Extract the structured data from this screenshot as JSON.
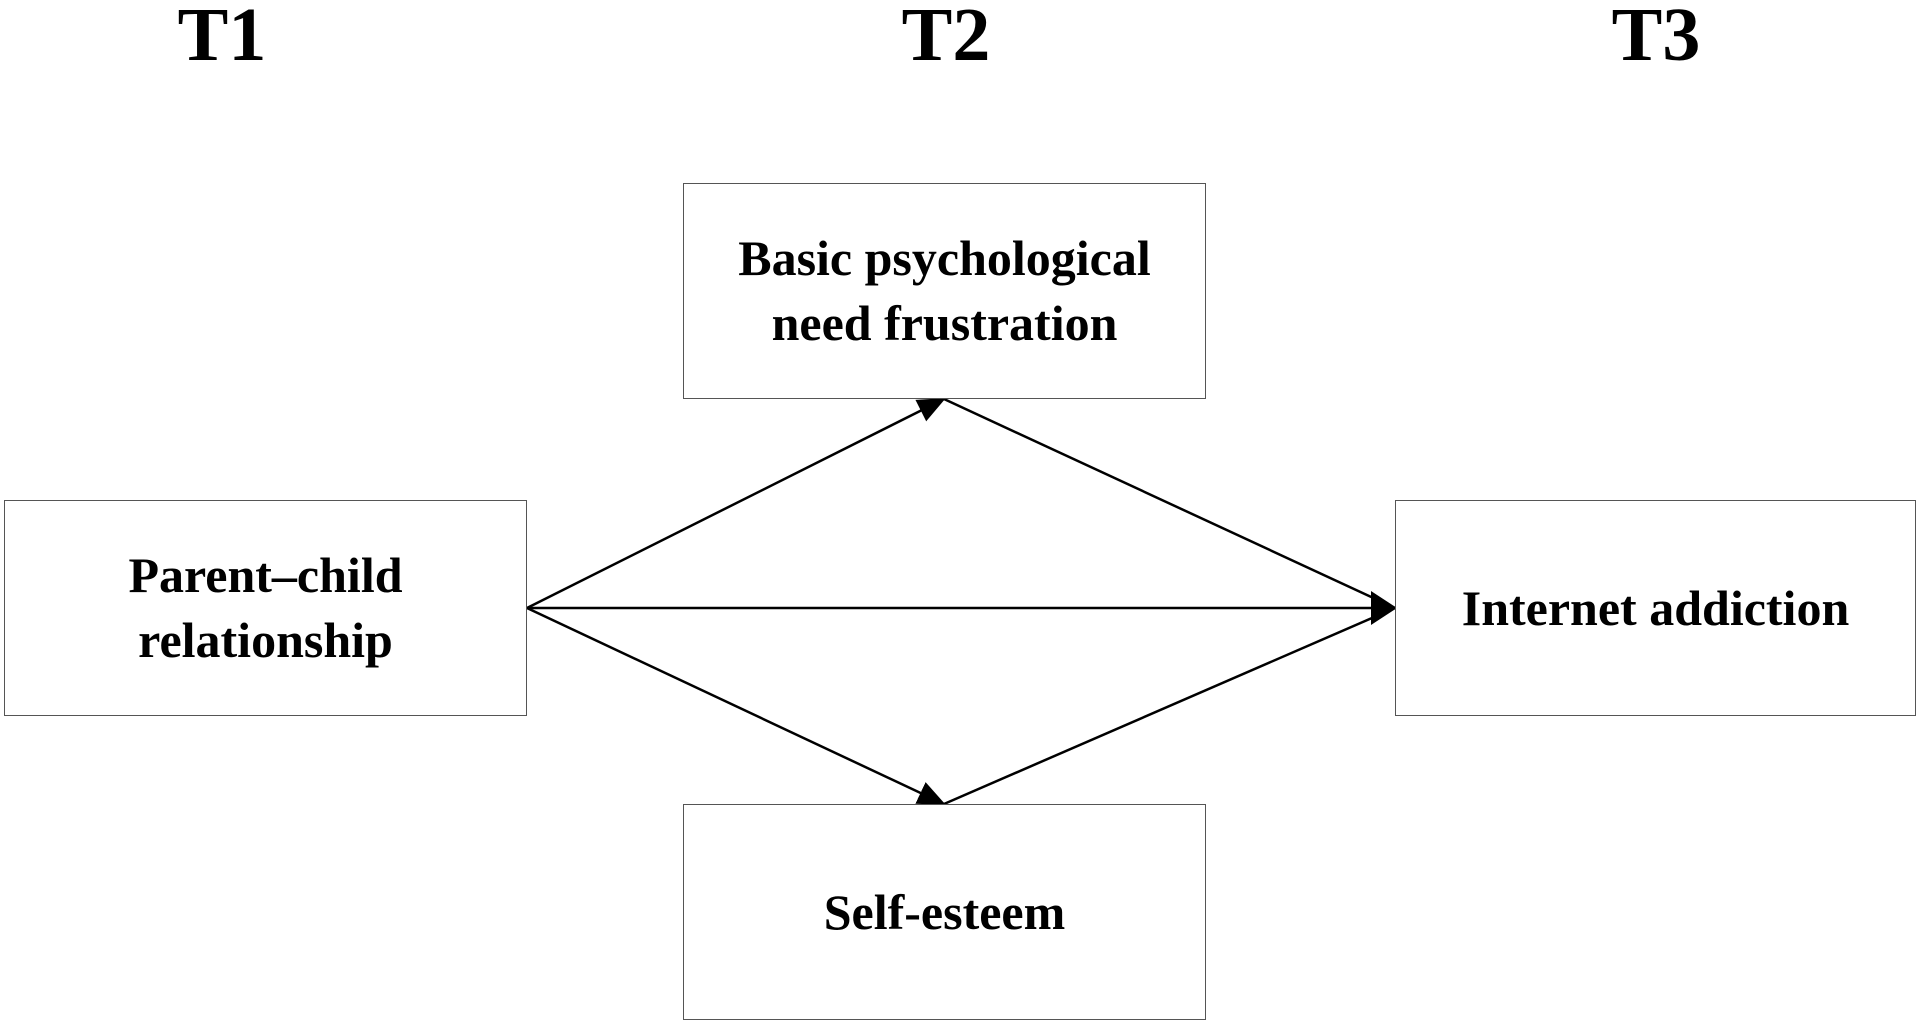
{
  "time_points": {
    "t1": "T1",
    "t2": "T2",
    "t3": "T3"
  },
  "nodes": {
    "parent_child": {
      "line1": "Parent–child",
      "line2": "relationship"
    },
    "basic_need": {
      "line1": "Basic psychological",
      "line2": "need frustration"
    },
    "self_esteem": {
      "label": "Self-esteem"
    },
    "internet_addiction": {
      "label": "Internet addiction"
    }
  },
  "colors": {
    "stroke": "#000000",
    "box_border": "#555555",
    "background": "#ffffff"
  }
}
